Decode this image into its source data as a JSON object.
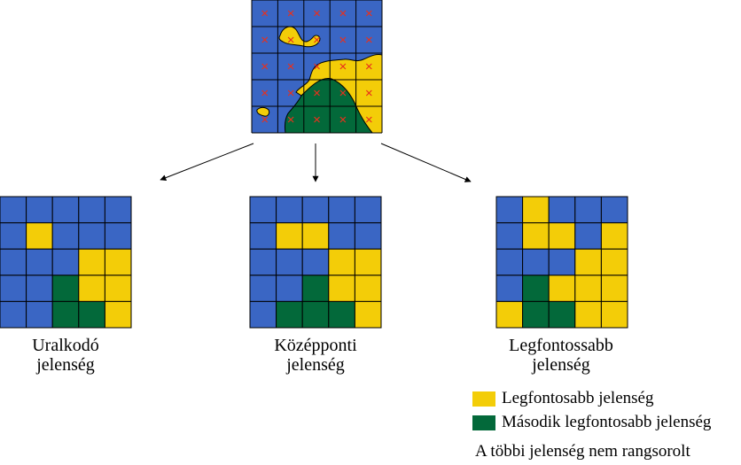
{
  "colors": {
    "blue": "#3a66c4",
    "yellow": "#f3cd08",
    "green": "#03693a",
    "grid": "#000000",
    "cross": "#e8301c"
  },
  "source_grid": {
    "cross_icon": "cross-mark-icon",
    "crosses": [
      [
        1,
        1,
        1,
        1,
        1
      ],
      [
        1,
        1,
        1,
        1,
        1
      ],
      [
        1,
        1,
        1,
        1,
        1
      ],
      [
        1,
        1,
        1,
        1,
        1
      ],
      [
        1,
        1,
        1,
        1,
        1
      ]
    ]
  },
  "grids": [
    {
      "caption_line1": "Uralkodó",
      "caption_line2": "jelenség",
      "cells": [
        [
          "B",
          "B",
          "B",
          "B",
          "B"
        ],
        [
          "B",
          "Y",
          "B",
          "B",
          "B"
        ],
        [
          "B",
          "B",
          "B",
          "Y",
          "Y"
        ],
        [
          "B",
          "B",
          "G",
          "Y",
          "Y"
        ],
        [
          "B",
          "B",
          "G",
          "G",
          "Y"
        ]
      ]
    },
    {
      "caption_line1": "Középponti",
      "caption_line2": "jelenség",
      "cells": [
        [
          "B",
          "B",
          "B",
          "B",
          "B"
        ],
        [
          "B",
          "Y",
          "Y",
          "B",
          "B"
        ],
        [
          "B",
          "B",
          "B",
          "Y",
          "Y"
        ],
        [
          "B",
          "B",
          "G",
          "Y",
          "Y"
        ],
        [
          "B",
          "G",
          "G",
          "G",
          "Y"
        ]
      ]
    },
    {
      "caption_line1": "Legfontossabb",
      "caption_line2": "jelenség",
      "cells": [
        [
          "B",
          "Y",
          "B",
          "B",
          "B"
        ],
        [
          "B",
          "Y",
          "Y",
          "B",
          "Y"
        ],
        [
          "B",
          "B",
          "B",
          "Y",
          "Y"
        ],
        [
          "B",
          "G",
          "Y",
          "Y",
          "Y"
        ],
        [
          "Y",
          "G",
          "G",
          "Y",
          "Y"
        ]
      ]
    }
  ],
  "legend": {
    "primary_label": "Legfontosabb jelenség",
    "secondary_label": "Második legfontosabb jelenség",
    "rest_label": "A többi jelenség nem rangsorolt"
  }
}
